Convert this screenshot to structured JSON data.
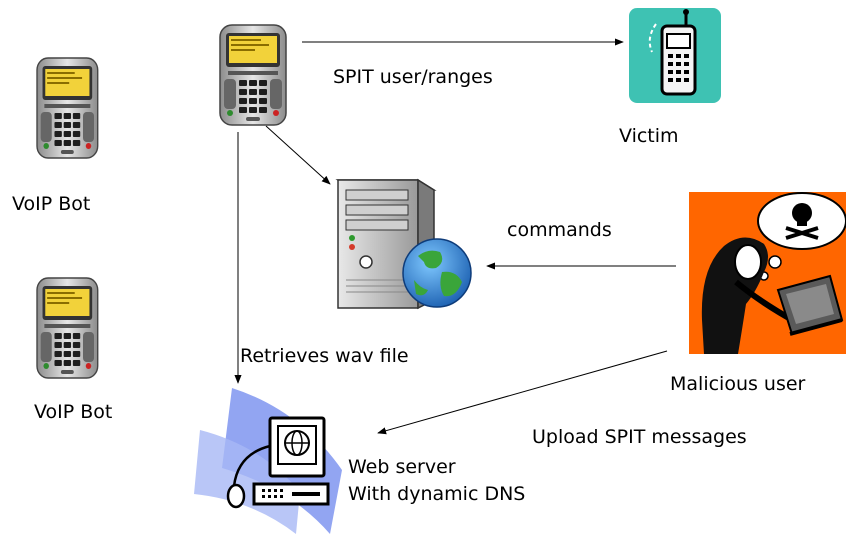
{
  "labels": {
    "bot1": "VoIP Bot",
    "bot2": "VoIP Bot",
    "spit_ranges": "SPIT user/ranges",
    "victim": "Victim",
    "commands": "commands",
    "retrieves": "Retrieves wav file",
    "malicious": "Malicious user",
    "upload": "Upload SPIT messages",
    "web_server_line1": "Web server",
    "web_server_line2": "With dynamic DNS"
  },
  "icons": {
    "bot_phone": "voip-phone-icon",
    "victim_phone": "mobile-phone-icon",
    "server": "server-tower-icon",
    "attacker": "malicious-user-icon",
    "web_server": "web-server-computer-icon"
  },
  "colors": {
    "phone_screen": "#f2d23a",
    "victim_bg": "#3ec2b3",
    "attacker_bg": "#ff6600",
    "swoosh": "#7f95f0"
  }
}
